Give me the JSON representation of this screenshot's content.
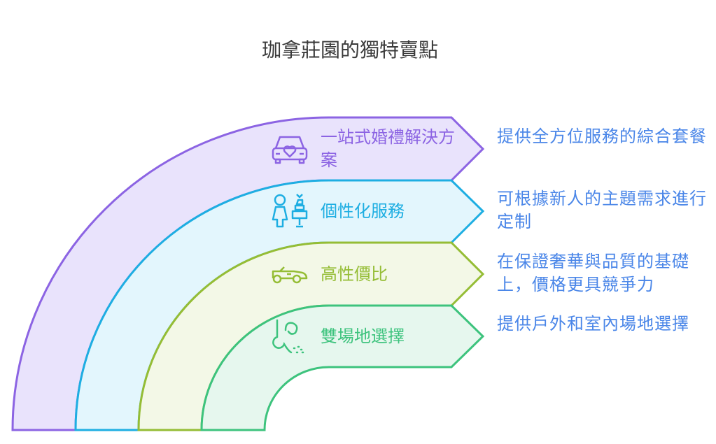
{
  "title": "珈拿莊園的獨特賣點",
  "items": [
    {
      "label": "一站式婚禮解決方案",
      "description": "提供全方位服務的綜合套餐",
      "icon": "wedding-car-icon",
      "color": "#8c64e3",
      "fill": "#e9e3fc"
    },
    {
      "label": "個性化服務",
      "description": "可根據新人的主題需求進行定制",
      "icon": "bride-and-cake-icon",
      "color": "#1eaee2",
      "fill": "#e3f6fd"
    },
    {
      "label": "高性價比",
      "description": "在保證奢華與品質的基礎上，價格更具競爭力",
      "icon": "convertible-car-icon",
      "color": "#95bd35",
      "fill": "#f3f8e7"
    },
    {
      "label": "雙場地選擇",
      "description": "提供戶外和室內場地選擇",
      "icon": "garden-hose-icon",
      "color": "#3dc37d",
      "fill": "#e6f7ee"
    }
  ],
  "description_color": "#4a86e8"
}
